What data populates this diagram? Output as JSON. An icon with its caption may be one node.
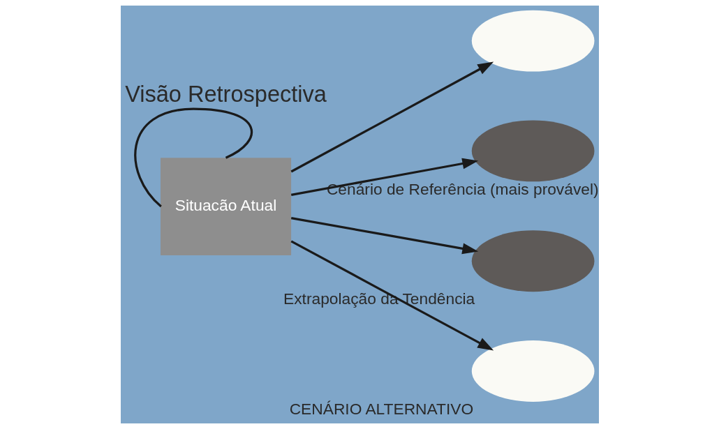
{
  "diagram": {
    "nodes": [
      {
        "text": [
          "Situacão Atual"
        ]
      },
      {
        "text": [],
        "shape": "ellipse"
      },
      {
        "text": [],
        "shape": "ellipse",
        "beside": [
          "Cenário de Referência (mais provável)"
        ]
      },
      {
        "text": [],
        "shape": "ellipse",
        "beside": [
          "Extrapolação da Tendência"
        ]
      },
      {
        "text": [],
        "shape": "ellipse",
        "beside": [
          "CENÁRIO ALTERNATIVO"
        ]
      }
    ],
    "edges": [
      {
        "from": 0,
        "to": 0,
        "arrow": "none",
        "label": "Visão Retrospectiva"
      },
      {
        "from": 0,
        "to": 1,
        "arrow": "to"
      },
      {
        "from": 0,
        "to": 2,
        "arrow": "to"
      },
      {
        "from": 0,
        "to": 3,
        "arrow": "to"
      },
      {
        "from": 0,
        "to": 4,
        "arrow": "to"
      }
    ]
  }
}
